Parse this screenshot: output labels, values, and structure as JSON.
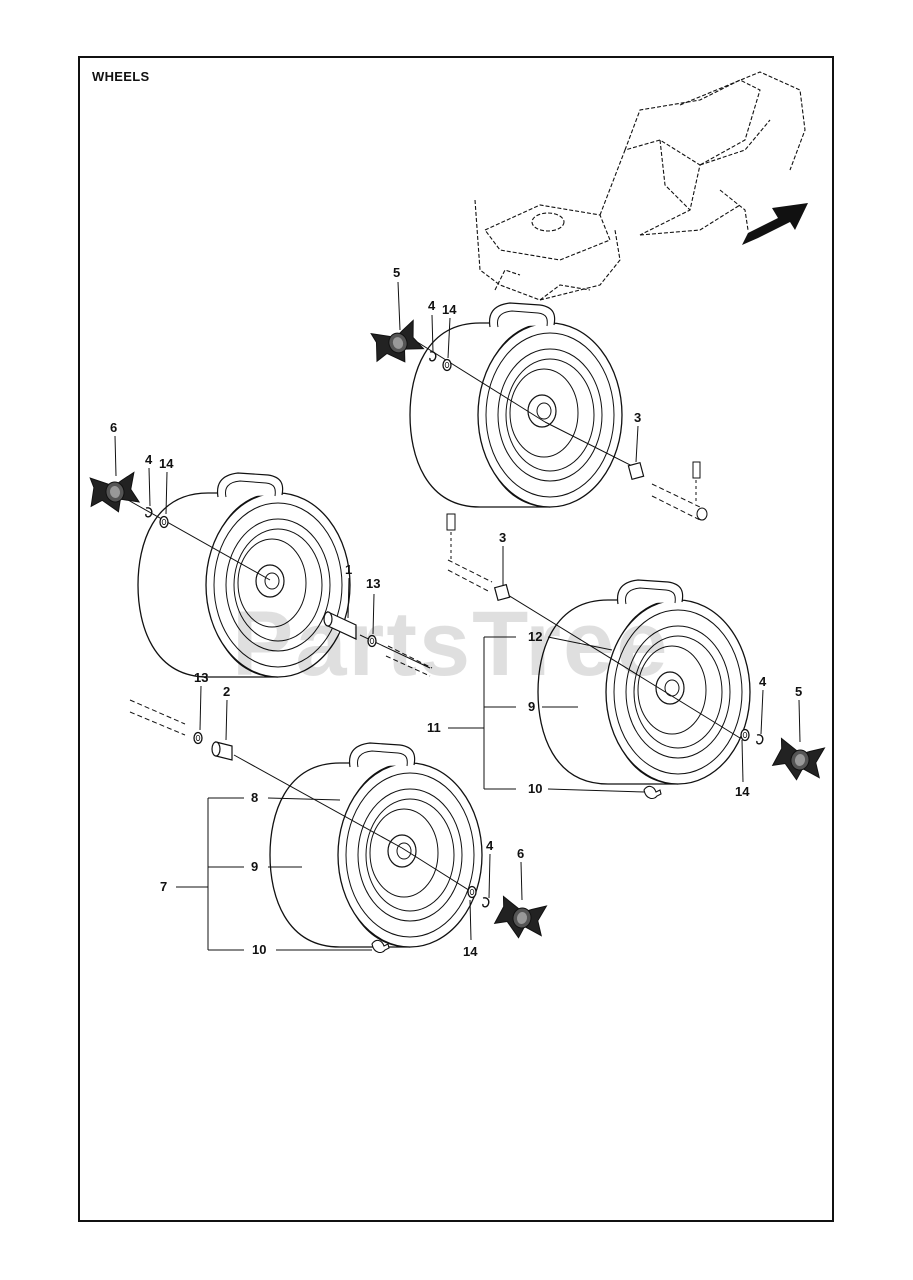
{
  "title": "WHEELS",
  "watermark": "PartsTree",
  "colors": {
    "line": "#111111",
    "dark": "#1a1a1a",
    "watermark": "#cccccc"
  },
  "callouts": {
    "c1": "1",
    "c2": "2",
    "c3a": "3",
    "c3b": "3",
    "c4a": "4",
    "c4b": "4",
    "c4c": "4",
    "c4d": "4",
    "c5a": "5",
    "c5b": "5",
    "c6a": "6",
    "c6b": "6",
    "c7": "7",
    "c8": "8",
    "c9a": "9",
    "c9b": "9",
    "c10a": "10",
    "c10b": "10",
    "c11": "11",
    "c12": "12",
    "c13a": "13",
    "c13b": "13",
    "c14a": "14",
    "c14b": "14",
    "c14c": "14",
    "c14d": "14"
  },
  "icons": {
    "direction": "arrow-icon",
    "frame": "tractor-frame-illustration"
  }
}
